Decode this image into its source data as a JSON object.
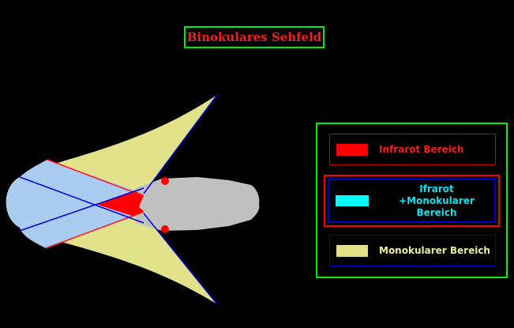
{
  "title": "Binokulares Sehfeld",
  "colors": {
    "background": "#000000",
    "infrared": "#ff0000",
    "binocular": "#aaccf0",
    "monocular": "#e2e28a",
    "head": "#c0c0c0",
    "frame": "#00ee00",
    "line_red": "#ff1a1a",
    "line_blue": "#0000dd"
  },
  "legend": {
    "infrared": {
      "label": "Infrarot Bereich",
      "swatch_color": "#ff0000"
    },
    "mixed": {
      "label": "Ifrarot +Monokularer Bereich",
      "swatch_color": "#00ffff"
    },
    "monocular": {
      "label": "Monokularer Bereich",
      "swatch_color": "#e2e28a"
    }
  }
}
